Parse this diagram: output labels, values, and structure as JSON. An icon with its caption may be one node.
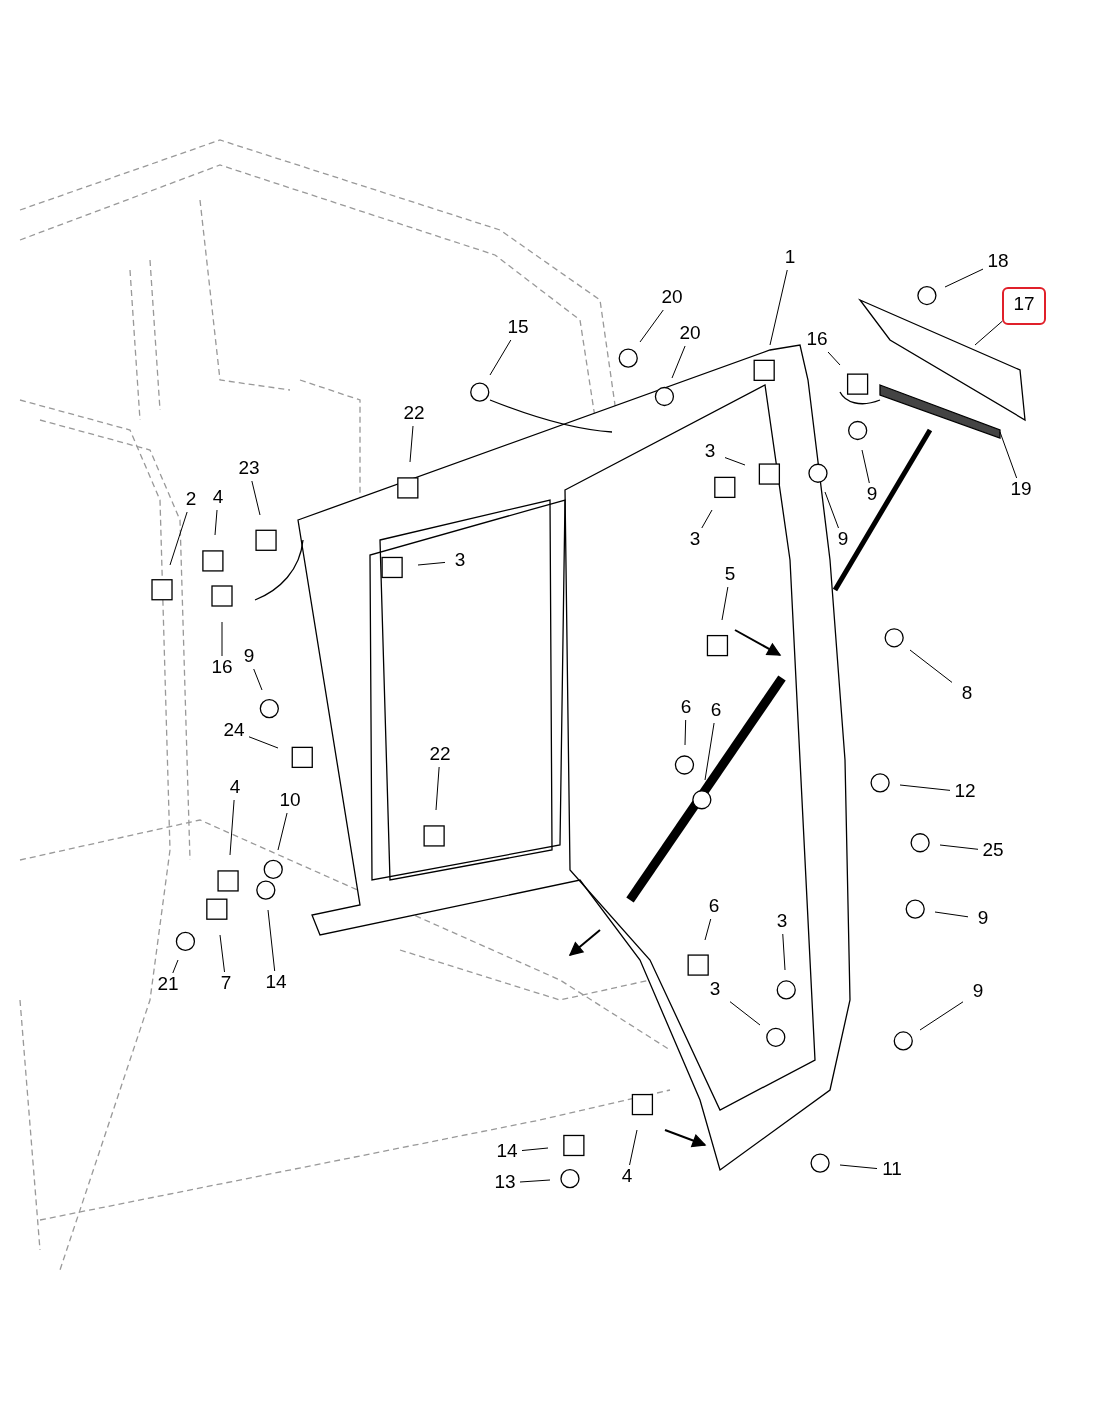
{
  "diagram": {
    "nodes": [
      {
        "text": [
          "1"
        ]
      },
      {
        "text": [
          "18"
        ]
      },
      {
        "text": [
          "17"
        ]
      },
      {
        "text": [
          "20"
        ]
      },
      {
        "text": [
          "20"
        ]
      },
      {
        "text": [
          "15"
        ]
      },
      {
        "text": [
          "16"
        ]
      },
      {
        "text": [
          "19"
        ]
      },
      {
        "text": [
          "22"
        ]
      },
      {
        "text": [
          "3"
        ]
      },
      {
        "text": [
          "9"
        ]
      },
      {
        "text": [
          "23"
        ]
      },
      {
        "text": [
          "2"
        ]
      },
      {
        "text": [
          "4"
        ]
      },
      {
        "text": [
          "3"
        ]
      },
      {
        "text": [
          "9"
        ]
      },
      {
        "text": [
          "3"
        ]
      },
      {
        "text": [
          "5"
        ]
      },
      {
        "text": [
          "16"
        ]
      },
      {
        "text": [
          "9"
        ]
      },
      {
        "text": [
          "8"
        ]
      },
      {
        "text": [
          "24"
        ]
      },
      {
        "text": [
          "6"
        ]
      },
      {
        "text": [
          "6"
        ]
      },
      {
        "text": [
          "22"
        ]
      },
      {
        "text": [
          "4"
        ]
      },
      {
        "text": [
          "12"
        ]
      },
      {
        "text": [
          "10"
        ]
      },
      {
        "text": [
          "25"
        ]
      },
      {
        "text": [
          "9"
        ]
      },
      {
        "text": [
          "3"
        ]
      },
      {
        "text": [
          "6"
        ]
      },
      {
        "text": [
          "21"
        ]
      },
      {
        "text": [
          "7"
        ]
      },
      {
        "text": [
          "14"
        ]
      },
      {
        "text": [
          "9"
        ]
      },
      {
        "text": [
          "3"
        ]
      },
      {
        "text": [
          "14"
        ]
      },
      {
        "text": [
          "11"
        ]
      },
      {
        "text": [
          "4"
        ]
      },
      {
        "text": [
          "13"
        ]
      }
    ],
    "edges": [
      {
        "from": 0,
        "to": null,
        "arrow": "none"
      },
      {
        "from": 1,
        "to": null,
        "arrow": "none"
      },
      {
        "from": 2,
        "to": null,
        "arrow": "none"
      },
      {
        "from": 3,
        "to": null,
        "arrow": "none"
      },
      {
        "from": 4,
        "to": null,
        "arrow": "none"
      },
      {
        "from": 5,
        "to": null,
        "arrow": "none"
      },
      {
        "from": 6,
        "to": null,
        "arrow": "none"
      },
      {
        "from": 7,
        "to": null,
        "arrow": "none"
      },
      {
        "from": 8,
        "to": null,
        "arrow": "none"
      },
      {
        "from": 9,
        "to": null,
        "arrow": "none"
      },
      {
        "from": 10,
        "to": null,
        "arrow": "none"
      },
      {
        "from": 11,
        "to": null,
        "arrow": "none"
      },
      {
        "from": 12,
        "to": null,
        "arrow": "none"
      },
      {
        "from": 13,
        "to": null,
        "arrow": "none"
      },
      {
        "from": 14,
        "to": null,
        "arrow": "none"
      },
      {
        "from": 15,
        "to": null,
        "arrow": "none"
      },
      {
        "from": 16,
        "to": null,
        "arrow": "none"
      },
      {
        "from": 17,
        "to": null,
        "arrow": "none"
      },
      {
        "from": 18,
        "to": null,
        "arrow": "none"
      },
      {
        "from": 19,
        "to": null,
        "arrow": "none"
      },
      {
        "from": 20,
        "to": null,
        "arrow": "none"
      },
      {
        "from": 21,
        "to": null,
        "arrow": "none"
      },
      {
        "from": 22,
        "to": null,
        "arrow": "none"
      },
      {
        "from": 23,
        "to": null,
        "arrow": "none"
      },
      {
        "from": 24,
        "to": null,
        "arrow": "none"
      },
      {
        "from": 25,
        "to": null,
        "arrow": "none"
      },
      {
        "from": 26,
        "to": null,
        "arrow": "none"
      },
      {
        "from": 27,
        "to": null,
        "arrow": "none"
      },
      {
        "from": 28,
        "to": null,
        "arrow": "none"
      },
      {
        "from": 29,
        "to": null,
        "arrow": "none"
      },
      {
        "from": 30,
        "to": null,
        "arrow": "none"
      },
      {
        "from": 31,
        "to": null,
        "arrow": "none"
      },
      {
        "from": 32,
        "to": null,
        "arrow": "none"
      },
      {
        "from": 33,
        "to": null,
        "arrow": "none"
      },
      {
        "from": 34,
        "to": null,
        "arrow": "none"
      },
      {
        "from": 35,
        "to": null,
        "arrow": "none"
      },
      {
        "from": 36,
        "to": null,
        "arrow": "none"
      },
      {
        "from": 37,
        "to": null,
        "arrow": "none"
      },
      {
        "from": 38,
        "to": null,
        "arrow": "none"
      },
      {
        "from": 39,
        "to": null,
        "arrow": "none"
      },
      {
        "from": 40,
        "to": null,
        "arrow": "none"
      }
    ]
  }
}
